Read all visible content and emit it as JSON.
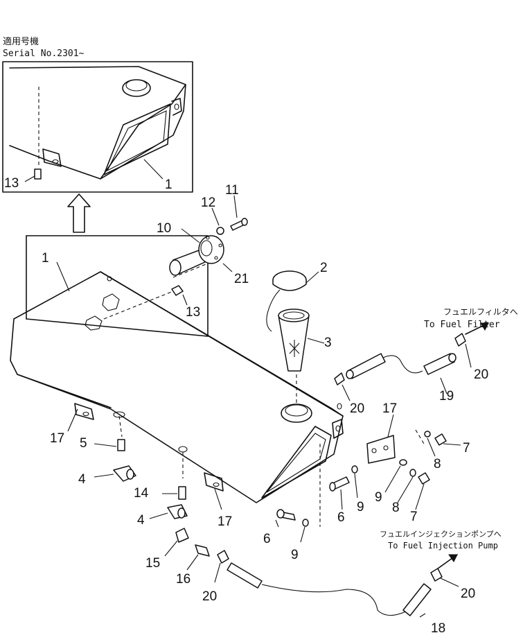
{
  "header": {
    "applicability_jp": "適用号機",
    "serial": "Serial No.2301~"
  },
  "destinations": {
    "fuel_filter_jp": "フュエルフィルタへ",
    "fuel_filter_en": "To Fuel Filter",
    "injection_pump_jp": "フュエルインジェクションポンプへ",
    "injection_pump_en": "To Fuel Injection Pump"
  },
  "callouts": {
    "c1_inset": "1",
    "c13_inset": "13",
    "c1_main": "1",
    "c2": "2",
    "c3": "3",
    "c4_a": "4",
    "c4_b": "4",
    "c5": "5",
    "c6_a": "6",
    "c6_b": "6",
    "c7_a": "7",
    "c7_b": "7",
    "c8_a": "8",
    "c8_b": "8",
    "c9_a": "9",
    "c9_b": "9",
    "c9_c": "9",
    "c10": "10",
    "c11": "11",
    "c12": "12",
    "c13_main": "13",
    "c14": "14",
    "c15": "15",
    "c16": "16",
    "c17_a": "17",
    "c17_b": "17",
    "c17_c": "17",
    "c18": "18",
    "c19": "19",
    "c20_a": "20",
    "c20_b": "20",
    "c20_c": "20",
    "c20_d": "20",
    "c21": "21"
  }
}
